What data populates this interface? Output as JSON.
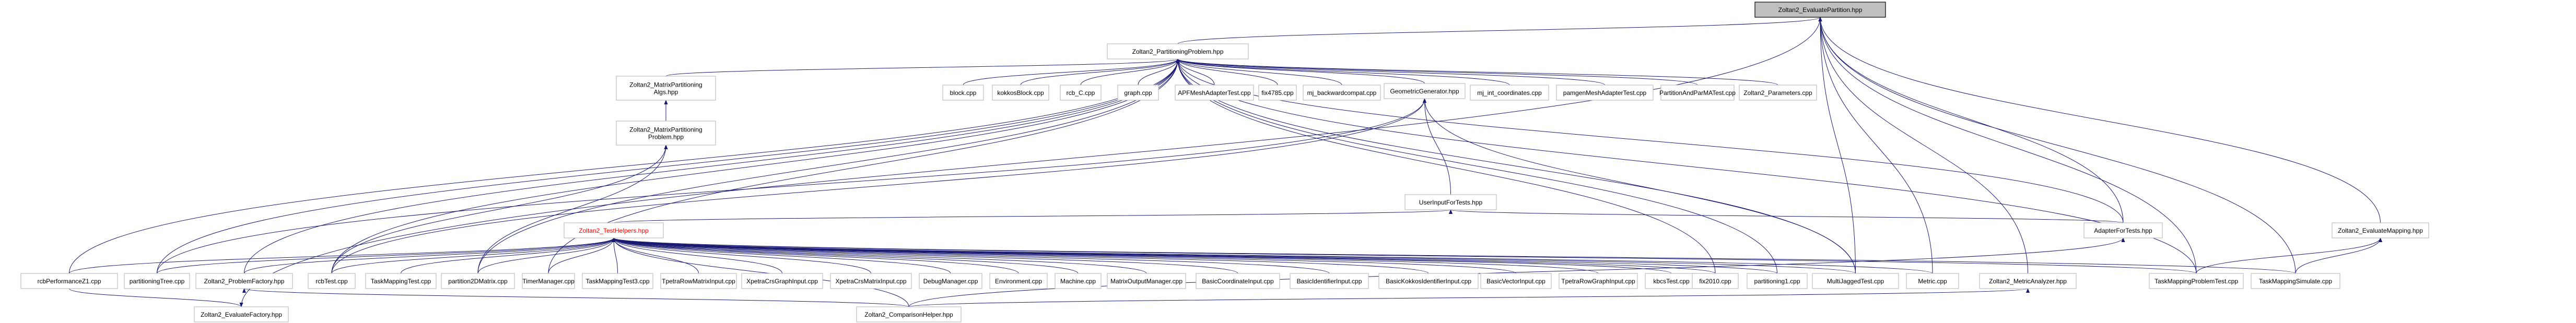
{
  "nodes": [
    {
      "id": "n0",
      "label": "Zoltan2_EvaluatePartition.hpp",
      "highlight": true
    },
    {
      "id": "n1",
      "label": "Zoltan2_PartitioningProblem.hpp"
    },
    {
      "id": "n2",
      "label": "Zoltan2_MatrixPartitioning\nAlgs.hpp"
    },
    {
      "id": "n3",
      "label": "Zoltan2_MatrixPartitioning\nProblem.hpp"
    },
    {
      "id": "n4",
      "label": "block.cpp"
    },
    {
      "id": "n5",
      "label": "kokkosBlock.cpp"
    },
    {
      "id": "n6",
      "label": "rcb_C.cpp"
    },
    {
      "id": "n7",
      "label": "graph.cpp"
    },
    {
      "id": "n8",
      "label": "APFMeshAdapterTest.cpp"
    },
    {
      "id": "n9",
      "label": "fix4785.cpp"
    },
    {
      "id": "n10",
      "label": "mj_backwardcompat.cpp"
    },
    {
      "id": "n11",
      "label": "GeometricGenerator.hpp"
    },
    {
      "id": "n12",
      "label": "mj_int_coordinates.cpp"
    },
    {
      "id": "n13",
      "label": "pamgenMeshAdapterTest.cpp"
    },
    {
      "id": "n14",
      "label": "PartitionAndParMATest.cpp"
    },
    {
      "id": "n15",
      "label": "Zoltan2_Parameters.cpp"
    },
    {
      "id": "n16",
      "label": "UserInputForTests.hpp"
    },
    {
      "id": "n17",
      "label": "Zoltan2_TestHelpers.hpp",
      "highlight_text": true
    },
    {
      "id": "n18",
      "label": "AdapterForTests.hpp"
    },
    {
      "id": "n19",
      "label": "Zoltan2_EvaluateMapping.hpp"
    },
    {
      "id": "n20",
      "label": "rcbPerformanceZ1.cpp"
    },
    {
      "id": "n21",
      "label": "partitioningTree.cpp"
    },
    {
      "id": "n22",
      "label": "Zoltan2_ProblemFactory.hpp"
    },
    {
      "id": "n23",
      "label": "rcbTest.cpp"
    },
    {
      "id": "n24",
      "label": "TaskMappingTest.cpp"
    },
    {
      "id": "n25",
      "label": "partition2DMatrix.cpp"
    },
    {
      "id": "n26",
      "label": "TimerManager.cpp"
    },
    {
      "id": "n27",
      "label": "TaskMappingTest3.cpp"
    },
    {
      "id": "n28",
      "label": "TpetraRowMatrixInput.cpp"
    },
    {
      "id": "n29",
      "label": "XpetraCrsGraphInput.cpp"
    },
    {
      "id": "n30",
      "label": "XpetraCrsMatrixInput.cpp"
    },
    {
      "id": "n31",
      "label": "DebugManager.cpp"
    },
    {
      "id": "n32",
      "label": "Environment.cpp"
    },
    {
      "id": "n33",
      "label": "Machine.cpp"
    },
    {
      "id": "n34",
      "label": "MatrixOutputManager.cpp"
    },
    {
      "id": "n35",
      "label": "BasicCoordinateInput.cpp"
    },
    {
      "id": "n36",
      "label": "BasicIdentifierInput.cpp"
    },
    {
      "id": "n37",
      "label": "BasicKokkosIdentifierInput.cpp"
    },
    {
      "id": "n38",
      "label": "BasicVectorInput.cpp"
    },
    {
      "id": "n39",
      "label": "TpetraRowGraphInput.cpp"
    },
    {
      "id": "n40",
      "label": "kbcsTest.cpp"
    },
    {
      "id": "n41",
      "label": "fix2010.cpp"
    },
    {
      "id": "n42",
      "label": "partitioning1.cpp"
    },
    {
      "id": "n43",
      "label": "MultiJaggedTest.cpp"
    },
    {
      "id": "n44",
      "label": "Metric.cpp"
    },
    {
      "id": "n45",
      "label": "Zoltan2_MetricAnalyzer.hpp"
    },
    {
      "id": "n46",
      "label": "TaskMappingProblemTest.cpp"
    },
    {
      "id": "n47",
      "label": "TaskMappingSimulate.cpp"
    },
    {
      "id": "n48",
      "label": "Zoltan2_EvaluateFactory.hpp"
    },
    {
      "id": "n49",
      "label": "Zoltan2_ComparisonHelper.hpp"
    }
  ],
  "edges": [
    [
      "n1",
      "n0"
    ],
    [
      "n18",
      "n0"
    ],
    [
      "n19",
      "n0"
    ],
    [
      "n44",
      "n0"
    ],
    [
      "n43",
      "n0"
    ],
    [
      "n45",
      "n0"
    ],
    [
      "n46",
      "n0"
    ],
    [
      "n47",
      "n0"
    ],
    [
      "n48",
      "n0"
    ],
    [
      "n2",
      "n1"
    ],
    [
      "n4",
      "n1"
    ],
    [
      "n5",
      "n1"
    ],
    [
      "n6",
      "n1"
    ],
    [
      "n7",
      "n1"
    ],
    [
      "n8",
      "n1"
    ],
    [
      "n9",
      "n1"
    ],
    [
      "n10",
      "n1"
    ],
    [
      "n11",
      "n1"
    ],
    [
      "n12",
      "n1"
    ],
    [
      "n13",
      "n1"
    ],
    [
      "n14",
      "n1"
    ],
    [
      "n15",
      "n1"
    ],
    [
      "n18",
      "n1"
    ],
    [
      "n20",
      "n1"
    ],
    [
      "n21",
      "n1"
    ],
    [
      "n23",
      "n1"
    ],
    [
      "n25",
      "n1"
    ],
    [
      "n26",
      "n1"
    ],
    [
      "n41",
      "n1"
    ],
    [
      "n42",
      "n1"
    ],
    [
      "n43",
      "n1"
    ],
    [
      "n46",
      "n1"
    ],
    [
      "n22",
      "n1"
    ],
    [
      "n3",
      "n2"
    ],
    [
      "n16",
      "n11"
    ],
    [
      "n21",
      "n11"
    ],
    [
      "n23",
      "n11"
    ],
    [
      "n43",
      "n11"
    ],
    [
      "n23",
      "n3"
    ],
    [
      "n25",
      "n3"
    ],
    [
      "n17",
      "n16"
    ],
    [
      "n18",
      "n16"
    ],
    [
      "n20",
      "n17"
    ],
    [
      "n21",
      "n17"
    ],
    [
      "n22",
      "n17"
    ],
    [
      "n23",
      "n17"
    ],
    [
      "n24",
      "n17"
    ],
    [
      "n25",
      "n17"
    ],
    [
      "n26",
      "n17"
    ],
    [
      "n27",
      "n17"
    ],
    [
      "n28",
      "n17"
    ],
    [
      "n29",
      "n17"
    ],
    [
      "n30",
      "n17"
    ],
    [
      "n31",
      "n17"
    ],
    [
      "n32",
      "n17"
    ],
    [
      "n33",
      "n17"
    ],
    [
      "n34",
      "n17"
    ],
    [
      "n35",
      "n17"
    ],
    [
      "n36",
      "n17"
    ],
    [
      "n37",
      "n17"
    ],
    [
      "n38",
      "n17"
    ],
    [
      "n39",
      "n17"
    ],
    [
      "n40",
      "n17"
    ],
    [
      "n41",
      "n17"
    ],
    [
      "n42",
      "n17"
    ],
    [
      "n43",
      "n17"
    ],
    [
      "n44",
      "n17"
    ],
    [
      "n46",
      "n17"
    ],
    [
      "n47",
      "n17"
    ],
    [
      "n49",
      "n17"
    ],
    [
      "n49",
      "n18"
    ],
    [
      "n46",
      "n19"
    ],
    [
      "n47",
      "n19"
    ],
    [
      "n49",
      "n22"
    ],
    [
      "n49",
      "n45"
    ],
    [
      "n20",
      "n48"
    ]
  ]
}
